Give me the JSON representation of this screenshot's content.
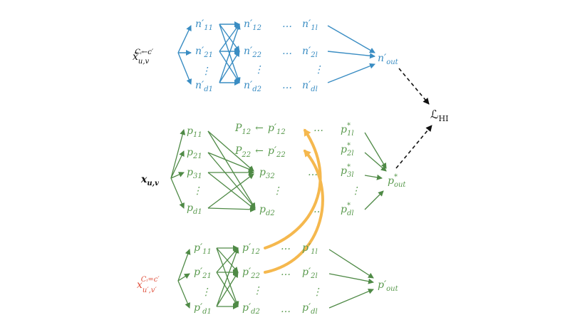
{
  "blue_block": {
    "input": {
      "base": "x̃",
      "sub": "u,v",
      "sup": "Cᵢ←c′"
    },
    "col1": [
      {
        "b": "n′",
        "s": "11"
      },
      {
        "b": "n′",
        "s": "21"
      },
      {
        "b": "n′",
        "s": "d1"
      }
    ],
    "col2": [
      {
        "b": "n′",
        "s": "12"
      },
      {
        "b": "n′",
        "s": "22"
      },
      {
        "b": "n′",
        "s": "d2"
      }
    ],
    "colL": [
      {
        "b": "n′",
        "s": "1l"
      },
      {
        "b": "n′",
        "s": "2l"
      },
      {
        "b": "n′",
        "s": "dl"
      }
    ],
    "out": {
      "b": "n′",
      "s": "out"
    }
  },
  "loss": {
    "b": "ℒ",
    "s": "HI"
  },
  "middle_block": {
    "input": {
      "base": "x",
      "sub": "u,v"
    },
    "col1": [
      {
        "b": "p",
        "s": "11"
      },
      {
        "b": "p",
        "s": "21"
      },
      {
        "b": "p",
        "s": "31"
      },
      {
        "b": "p",
        "s": "d1"
      }
    ],
    "col2": [
      {
        "b": "p",
        "s": "32"
      },
      {
        "b": "p",
        "s": "d2"
      }
    ],
    "assign": [
      {
        "lhs": "P",
        "lhs_sub": "12",
        "arrow": "←",
        "rhs": "p′",
        "rhs_sub": "12"
      },
      {
        "lhs": "P",
        "lhs_sub": "22",
        "arrow": "←",
        "rhs": "p′",
        "rhs_sub": "22"
      }
    ],
    "colL": [
      {
        "b": "p",
        "sup": "*",
        "s": "1l"
      },
      {
        "b": "p",
        "sup": "*",
        "s": "2l"
      },
      {
        "b": "p",
        "sup": "*",
        "s": "3l"
      },
      {
        "b": "p",
        "sup": "*",
        "s": "dl"
      }
    ],
    "out": {
      "b": "p",
      "sup": "*",
      "s": "out"
    }
  },
  "bottom_block": {
    "input": {
      "base": "x",
      "sub": "u′,v′",
      "sup": "Cᵢ=c′"
    },
    "col1": [
      {
        "b": "p′",
        "s": "11"
      },
      {
        "b": "p′",
        "s": "21"
      },
      {
        "b": "p′",
        "s": "d1"
      }
    ],
    "col2": [
      {
        "b": "p′",
        "s": "12"
      },
      {
        "b": "p′",
        "s": "22"
      },
      {
        "b": "p′",
        "s": "d2"
      }
    ],
    "colL": [
      {
        "b": "p′",
        "s": "1l"
      },
      {
        "b": "p′",
        "s": "2l"
      },
      {
        "b": "p′",
        "s": "dl"
      }
    ],
    "out": {
      "b": "p′",
      "s": "out"
    }
  },
  "ellipsis_h": "…",
  "ellipsis_v": "⋮",
  "colors": {
    "blue": "#3a8dc3",
    "green": "#5a9a4e",
    "red": "#e0523e",
    "orange": "#f5b84e",
    "black": "#111111"
  }
}
